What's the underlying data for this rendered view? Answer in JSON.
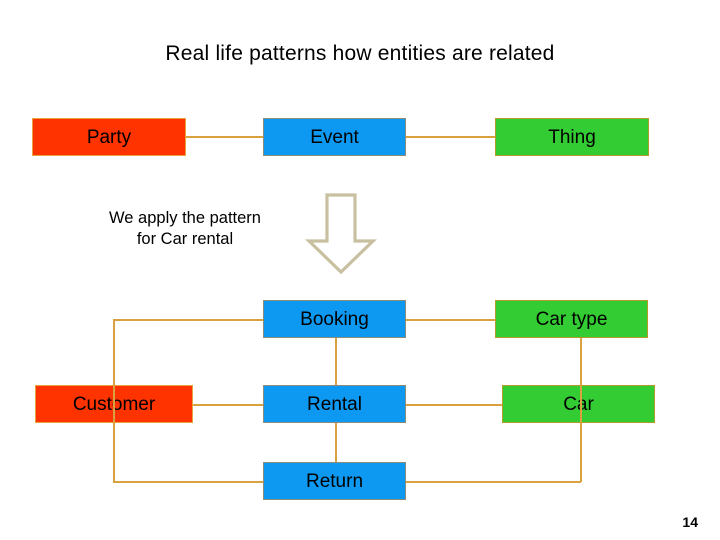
{
  "slide": {
    "title": "Real life patterns how entities are related",
    "page_number": "14",
    "caption_line1": "We apply the pattern",
    "caption_line2": "for Car rental"
  },
  "colors": {
    "party_fill": "#FF3300",
    "event_fill": "#0D99F2",
    "thing_fill": "#33CC33",
    "party_border": "#E8A33D",
    "event_border": "#8C8C7A",
    "thing_border": "#B29B27",
    "connector": "#D9A23F",
    "arrow_outline": "#C8C0A0",
    "background": "#FFFFFF",
    "text": "#000000"
  },
  "pattern_row": {
    "label": "Real life pattern row",
    "boxes": [
      {
        "label": "Party",
        "role": "party"
      },
      {
        "label": "Event",
        "role": "event"
      },
      {
        "label": "Thing",
        "role": "thing"
      }
    ]
  },
  "instance_rows": [
    {
      "label": "booking row",
      "boxes": [
        {
          "label": "Booking",
          "role": "event"
        },
        {
          "label": "Car type",
          "role": "thing"
        }
      ]
    },
    {
      "label": "rental row",
      "boxes": [
        {
          "label": "Customer",
          "role": "party"
        },
        {
          "label": "Rental",
          "role": "event"
        },
        {
          "label": "Car",
          "role": "thing"
        }
      ]
    },
    {
      "label": "return row",
      "boxes": [
        {
          "label": "Return",
          "role": "event"
        }
      ]
    }
  ],
  "arrow": {
    "name": "down-arrow",
    "direction": "down"
  }
}
